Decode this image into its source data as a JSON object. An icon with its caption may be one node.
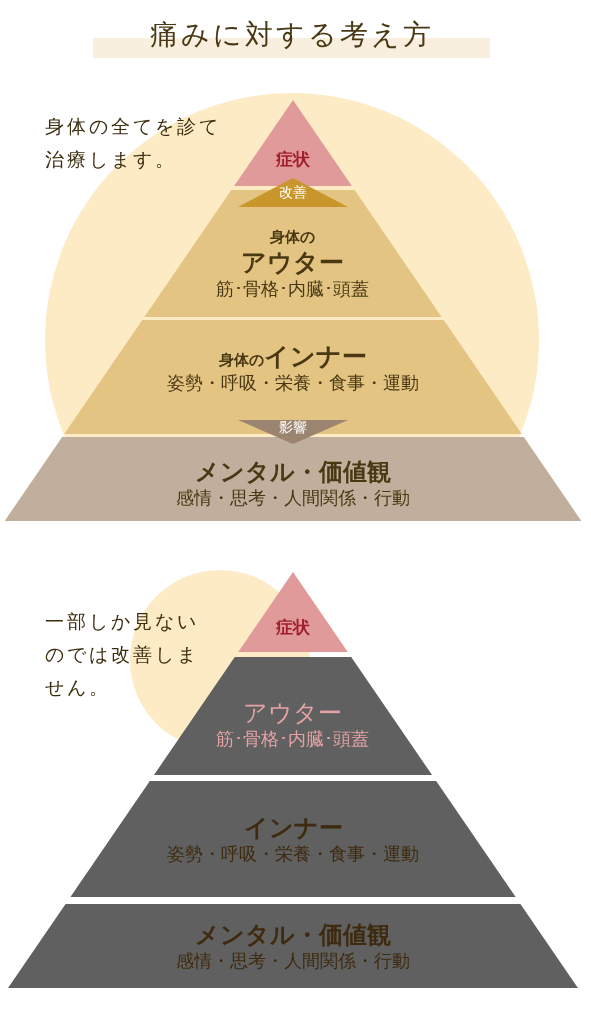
{
  "diagram": {
    "title": "痛みに対する考え方",
    "nodes": [
      {
        "text": [
          "症状"
        ]
      },
      {
        "text": [
          "身体の",
          "アウター",
          "筋･骨格･内臓･頭蓋"
        ]
      },
      {
        "text": [
          "身体の",
          "インナー",
          "姿勢・呼吸・栄養・食事・運動"
        ]
      },
      {
        "text": [
          "メンタル・価値観",
          "感情・思考・人間関係・行動"
        ]
      },
      {
        "text": [
          "症状"
        ]
      },
      {
        "text": [
          "アウター",
          "筋･骨格･内臓･頭蓋"
        ]
      },
      {
        "text": [
          "インナー",
          "姿勢・呼吸・栄養・食事・運動"
        ]
      },
      {
        "text": [
          "メンタル・価値観",
          "感情・思考・人間関係・行動"
        ]
      }
    ],
    "edges": [
      {
        "from": 1,
        "to": 0,
        "arrow": "to",
        "label": "改善"
      },
      {
        "from": 2,
        "to": 3,
        "arrow": "to",
        "label": "影響"
      }
    ],
    "labels": [
      "身体の全てを診て治療します。",
      "一部しか見ないのでは改善しません。"
    ]
  }
}
